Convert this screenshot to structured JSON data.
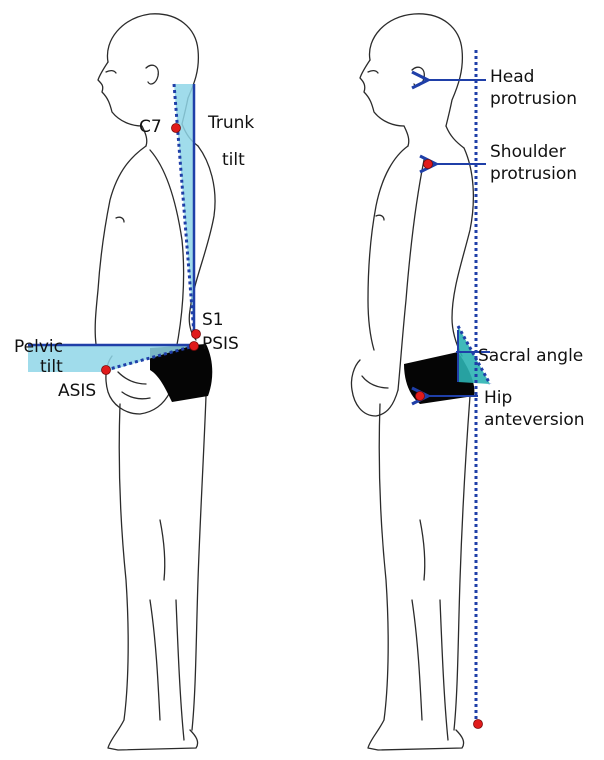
{
  "colors": {
    "outline": "#2b2b2b",
    "line": "#1f3fa8",
    "fill": "#8fd6e8",
    "teal": "#2bb3b3",
    "marker": "#e01b1b",
    "shorts": "#050505",
    "text": "#111111"
  },
  "left_figure": {
    "labels": {
      "c7": "C7",
      "trunk": "Trunk",
      "tilt": "tilt",
      "s1": "S1",
      "psis": "PSIS",
      "pelvic": "Pelvic",
      "pelvic_tilt": "tilt",
      "asis": "ASIS"
    }
  },
  "right_figure": {
    "labels": {
      "head": "Head",
      "head_protrusion": "protrusion",
      "shoulder": "Shoulder",
      "shoulder_protrusion": "protrusion",
      "sacral": "Sacral angle",
      "hip": "Hip",
      "hip_anteversion": "anteversion"
    }
  }
}
